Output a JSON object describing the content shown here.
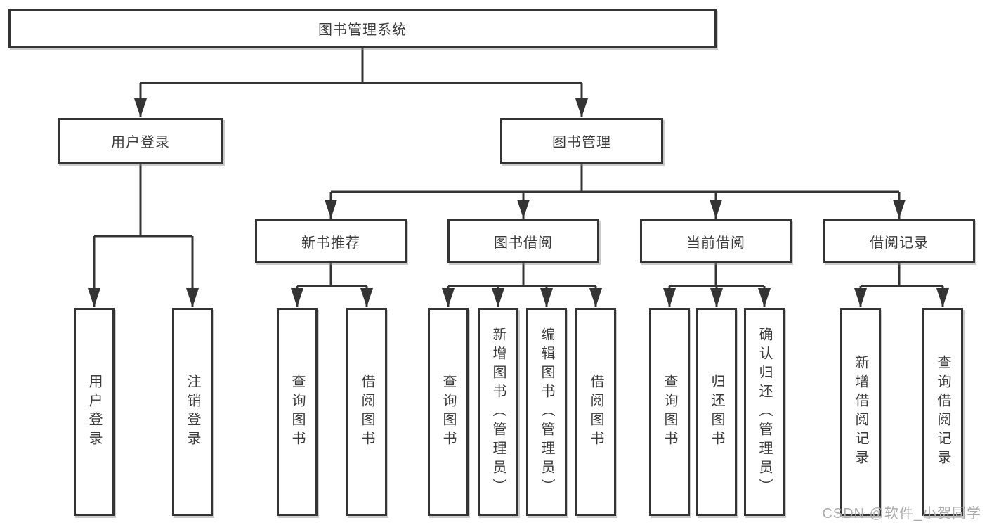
{
  "colors": {
    "line": "#343434",
    "box_border": "#343434",
    "box_background": "#ffffff",
    "text": "#3b3b3b",
    "watermark": "#ababab",
    "background": "#ffffff"
  },
  "watermark": {
    "text": "CSDN @软件_小贺同学"
  },
  "tree": {
    "root": {
      "label": "图书管理系统"
    },
    "branches": [
      {
        "label": "用户登录",
        "children": [
          {
            "label": "用户登录"
          },
          {
            "label": "注销登录"
          }
        ]
      },
      {
        "label": "图书管理",
        "children": [
          {
            "label": "新书推荐",
            "children": [
              {
                "label": "查询图书"
              },
              {
                "label": "借阅图书"
              }
            ]
          },
          {
            "label": "图书借阅",
            "children": [
              {
                "label": "查询图书"
              },
              {
                "label": "新增图书（管理员）"
              },
              {
                "label": "编辑图书（管理员）"
              },
              {
                "label": "借阅图书"
              }
            ]
          },
          {
            "label": "当前借阅",
            "children": [
              {
                "label": "查询图书"
              },
              {
                "label": "归还图书"
              },
              {
                "label": "确认归还（管理员）"
              }
            ]
          },
          {
            "label": "借阅记录",
            "children": [
              {
                "label": "新增借阅记录"
              },
              {
                "label": "查询借阅记录"
              }
            ]
          }
        ]
      }
    ]
  }
}
